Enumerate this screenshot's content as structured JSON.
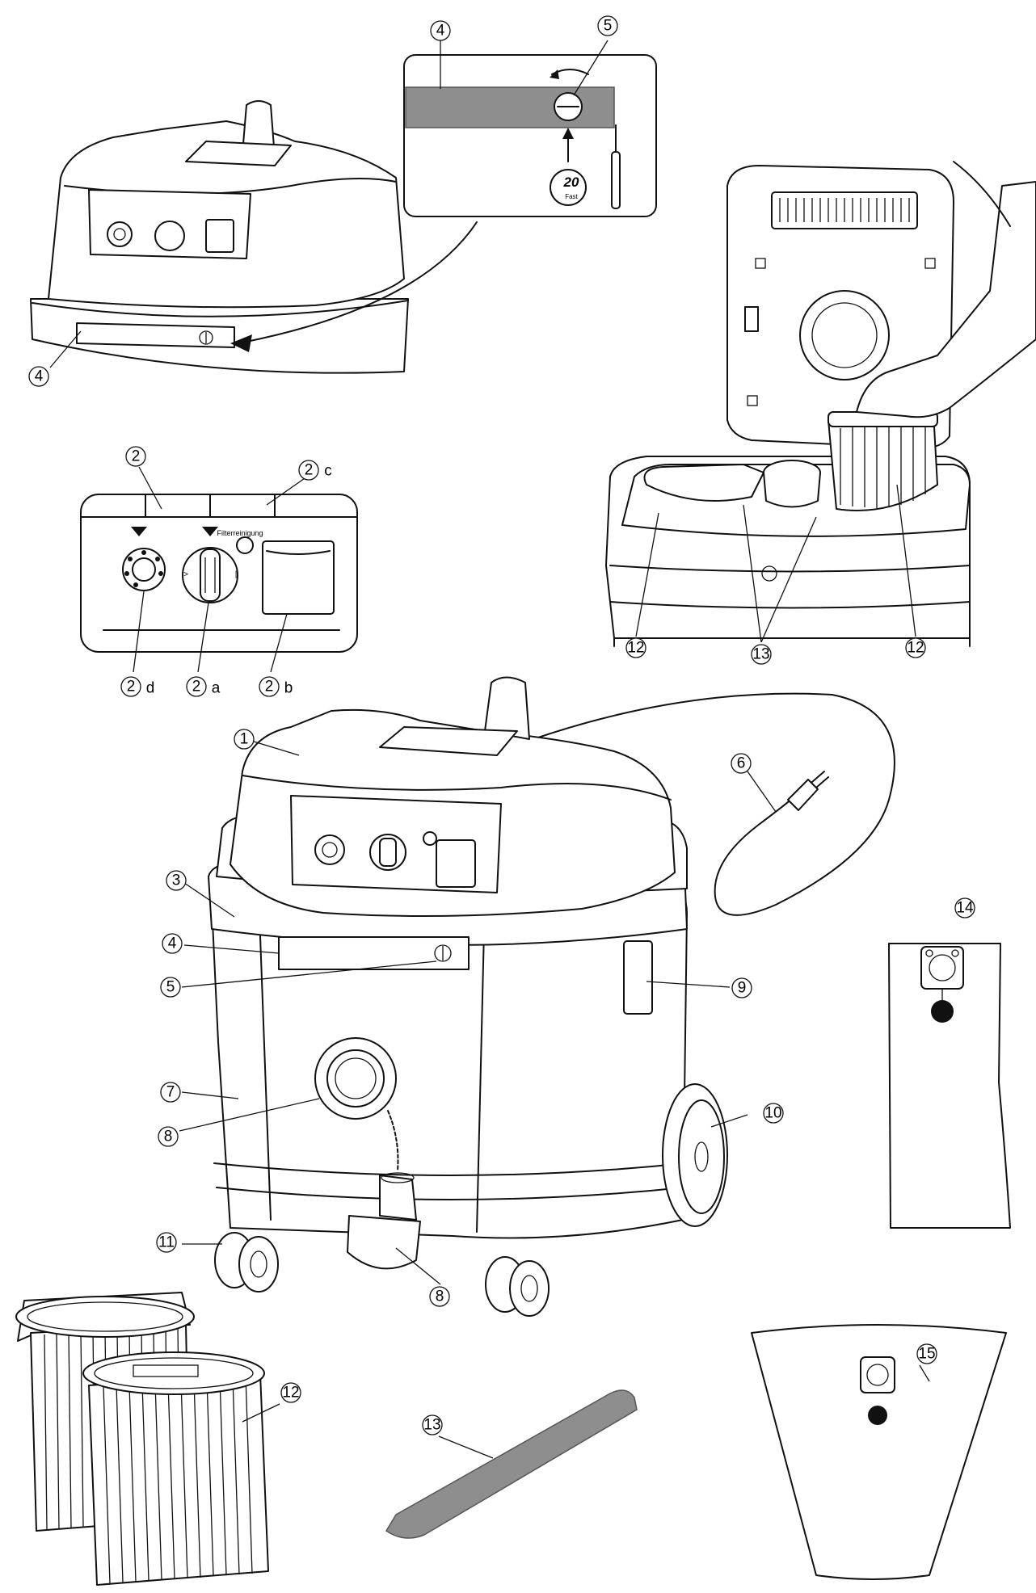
{
  "diagram": {
    "panels": [
      {
        "id": "housing-removal",
        "callouts": [
          "4",
          "4",
          "5"
        ],
        "badge_text": "20",
        "badge_subtext": "Fast"
      },
      {
        "id": "filter-change",
        "callouts": [
          "12",
          "13",
          "12"
        ]
      },
      {
        "id": "control-panel",
        "callouts": [
          "2",
          "2",
          "2",
          "2",
          "2"
        ],
        "suffixes": [
          "c",
          "d",
          "a",
          "b"
        ],
        "panel_text": "Filterreinigung"
      },
      {
        "id": "overview",
        "callouts": [
          "1",
          "6",
          "3",
          "4",
          "14",
          "5",
          "9",
          "7",
          "10",
          "8",
          "11",
          "8"
        ]
      },
      {
        "id": "accessories",
        "callouts": [
          "15",
          "12",
          "13"
        ]
      }
    ]
  }
}
